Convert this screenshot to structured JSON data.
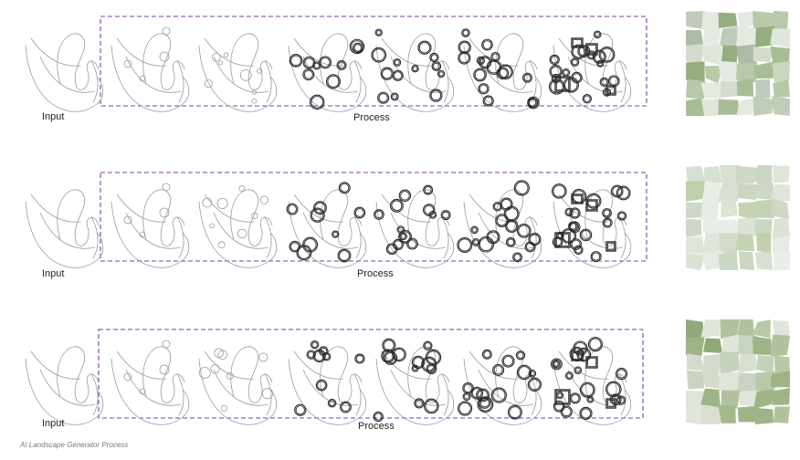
{
  "rows": [
    {
      "input_label": "Input",
      "process_label": "Process",
      "palette": [
        "#dfe6dc",
        "#c9d6c0",
        "#b7c9a8",
        "#a8bd96",
        "#d3dccd",
        "#c2cdb8",
        "#96ad7f",
        "#e4e9e1",
        "#bfc9bc",
        "#aebba6"
      ]
    },
    {
      "input_label": "Input",
      "process_label": "Process",
      "palette": [
        "#e6ebe3",
        "#d8e0d2",
        "#cbd7c0",
        "#dfe5d9",
        "#c4d3b4",
        "#d2dcc9",
        "#eaeee7",
        "#cfd8c7",
        "#bfd0ab",
        "#dbe3d4"
      ]
    },
    {
      "input_label": "Input",
      "process_label": "Process",
      "palette": [
        "#d3dccc",
        "#b9c9a8",
        "#a3b98d",
        "#c6d1bc",
        "#8fa978",
        "#dfe5d9",
        "#b2c29f",
        "#c9d3c1",
        "#9eb487",
        "#d8dfd2"
      ]
    }
  ],
  "caption": "AI Landscape Generator Process",
  "colors": {
    "dashed_border": "#7b3fa8",
    "line": "#9a9a9a",
    "dark_line": "#2a2a2a"
  }
}
